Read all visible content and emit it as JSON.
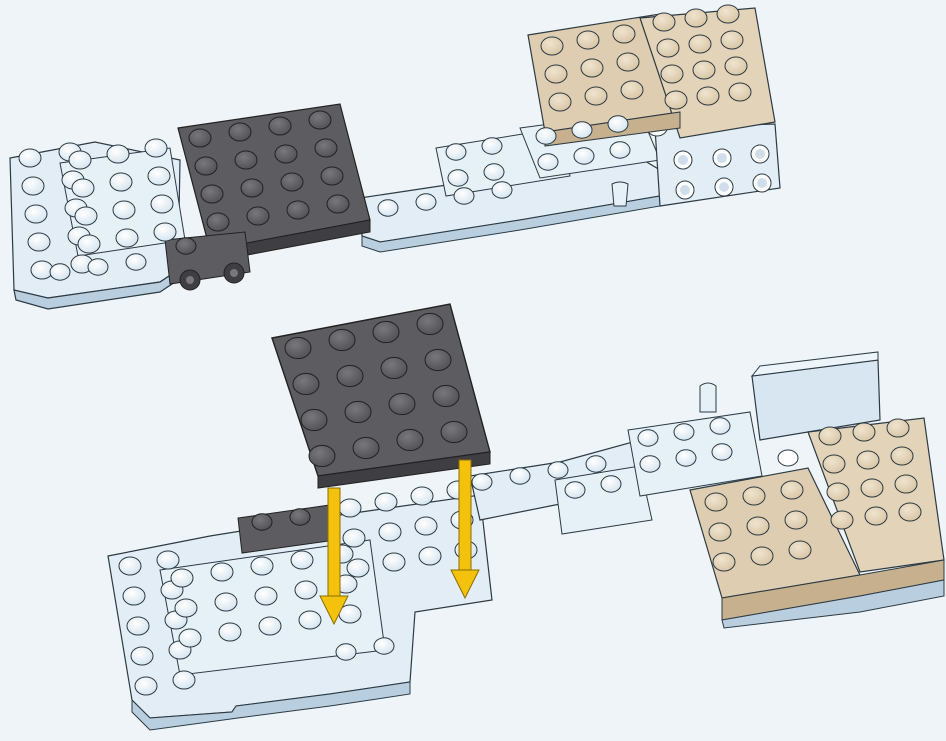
{
  "colors": {
    "background": "#eef4f7",
    "light_bluish_gray_top": "#e2edf5",
    "light_bluish_gray_side": "#b9cfe0",
    "dark_gray_top": "#5d5d61",
    "dark_gray_side": "#3f3f43",
    "tan_top": "#dfcdb1",
    "tan_side": "#c6b08e",
    "arrow_yellow": "#f4c20d",
    "outline": "#2c3a44"
  },
  "steps": [
    {
      "label": "completed-assembly",
      "description_shown": false
    },
    {
      "label": "add-dark-gray-4x4-plate",
      "part_color": "dark gray",
      "part_size": "4x4",
      "arrow_count": 2
    }
  ]
}
